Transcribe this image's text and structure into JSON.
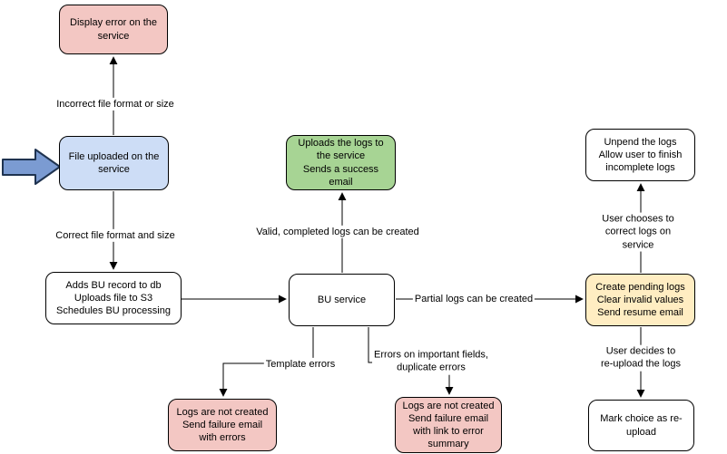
{
  "diagram": {
    "type": "flowchart",
    "colors": {
      "node_stroke": "#000000",
      "pink_fill": "#f3c7c3",
      "blue_fill": "#cdddf6",
      "green_fill": "#a7d494",
      "yellow_fill": "#ffedc2",
      "white_fill": "#ffffff",
      "input_arrow_fill": "#7b9bd2",
      "input_arrow_stroke": "#1f3350"
    },
    "nodes": {
      "display_error": {
        "text": "Display error on the\nservice",
        "fill": "#f3c7c3"
      },
      "file_uploaded": {
        "text": "File uploaded on the\nservice",
        "fill": "#cdddf6"
      },
      "adds_bu_record": {
        "text": "Adds BU record to db\nUploads file to S3\nSchedules BU processing",
        "fill": "#ffffff"
      },
      "uploads_logs": {
        "text": "Uploads the logs to\nthe service\nSends a success\nemail",
        "fill": "#a7d494"
      },
      "bu_service": {
        "text": "BU service",
        "fill": "#ffffff"
      },
      "logs_not_created_errors": {
        "text": "Logs are not created\nSend failure email\nwith errors",
        "fill": "#f3c7c3"
      },
      "logs_not_created_summary": {
        "text": "Logs are not created\nSend failure email\nwith link to error\nsummary",
        "fill": "#f3c7c3"
      },
      "create_pending_logs": {
        "text": "Create pending logs\nClear invalid values\nSend resume email",
        "fill": "#ffedc2"
      },
      "unpend_logs": {
        "text": "Unpend the logs\nAllow user to finish\nincomplete logs",
        "fill": "#ffffff"
      },
      "mark_choice_reupload": {
        "text": "Mark choice as re-\nupload",
        "fill": "#ffffff"
      }
    },
    "edges": [
      {
        "from": "file_uploaded",
        "to": "display_error",
        "label": "Incorrect file format or size"
      },
      {
        "from": "file_uploaded",
        "to": "adds_bu_record",
        "label": "Correct file format and size"
      },
      {
        "from": "adds_bu_record",
        "to": "bu_service",
        "label": ""
      },
      {
        "from": "bu_service",
        "to": "uploads_logs",
        "label": "Valid, completed logs can be created"
      },
      {
        "from": "bu_service",
        "to": "create_pending_logs",
        "label": "Partial logs can be created"
      },
      {
        "from": "bu_service",
        "to": "logs_not_created_errors",
        "label": "Template errors"
      },
      {
        "from": "bu_service",
        "to": "logs_not_created_summary",
        "label": "Errors on important fields,\nduplicate errors"
      },
      {
        "from": "create_pending_logs",
        "to": "unpend_logs",
        "label": "User chooses to correct logs on service"
      },
      {
        "from": "create_pending_logs",
        "to": "mark_choice_reupload",
        "label": "User decides to re-upload the logs"
      }
    ]
  }
}
